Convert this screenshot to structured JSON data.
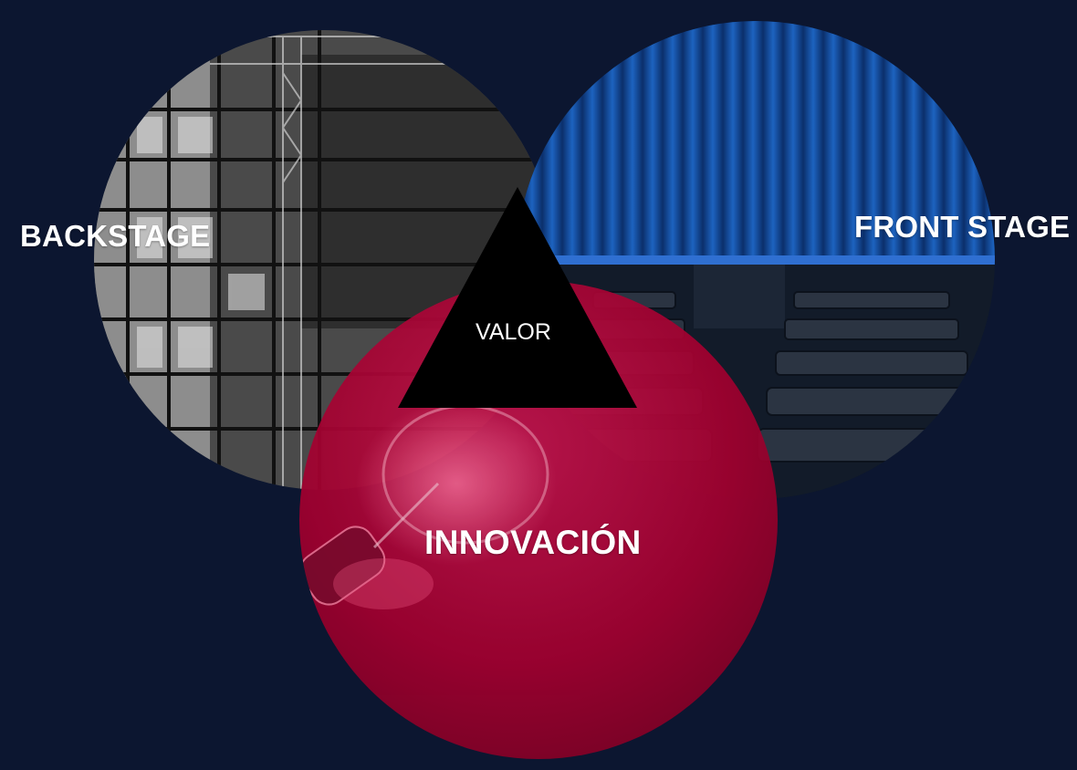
{
  "labels": {
    "backstage": "BACKSTAGE",
    "front_stage": "FRONT STAGE",
    "innovation": "INNOVACIÓN",
    "value": "VALOR"
  },
  "icons": {
    "backstage_circle": "scaffolding-photo-icon",
    "front_stage_circle": "theater-curtain-photo-icon",
    "innovation_circle": "lightbulb-photo-icon",
    "center_triangle": "triangle-icon"
  },
  "colors": {
    "background": "#0c1630",
    "innovation_fill": "#b0003a",
    "curtain_blue": "#1a5fb4",
    "triangle": "#000000",
    "text": "#ffffff"
  }
}
